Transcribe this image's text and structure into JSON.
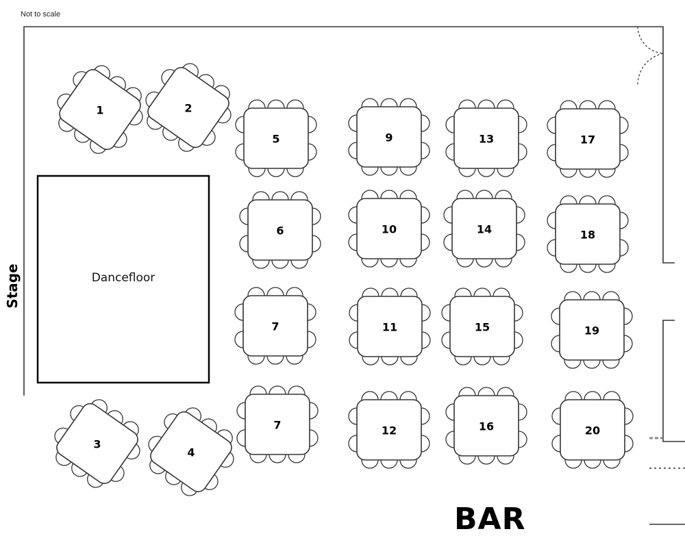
{
  "note": "Not to scale",
  "stage_label": "Stage",
  "dancefloor_label": "Dancefloor",
  "bar_label": "BAR",
  "tables": [
    {
      "number": "1"
    },
    {
      "number": "2"
    },
    {
      "number": "3"
    },
    {
      "number": "4"
    },
    {
      "number": "5"
    },
    {
      "number": "6"
    },
    {
      "number": "7"
    },
    {
      "number": "7"
    },
    {
      "number": "9"
    },
    {
      "number": "10"
    },
    {
      "number": "11"
    },
    {
      "number": "12"
    },
    {
      "number": "13"
    },
    {
      "number": "14"
    },
    {
      "number": "15"
    },
    {
      "number": "16"
    },
    {
      "number": "17"
    },
    {
      "number": "18"
    },
    {
      "number": "19"
    },
    {
      "number": "20"
    }
  ]
}
